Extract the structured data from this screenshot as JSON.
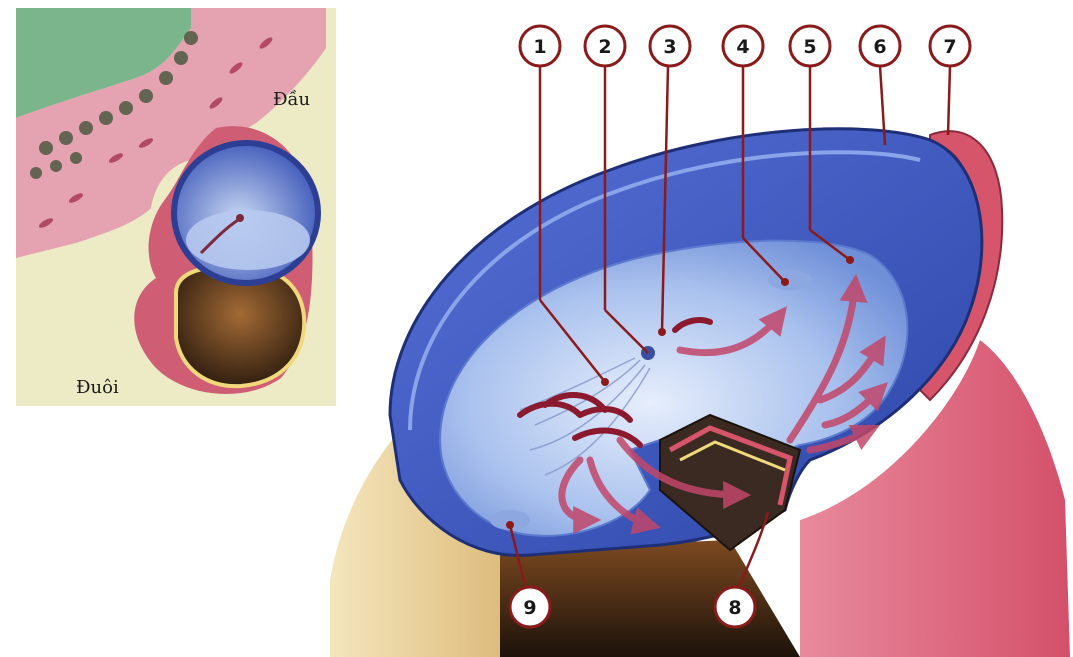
{
  "inset": {
    "head_label": "Đầu",
    "tail_label": "Đuôi"
  },
  "callouts": [
    "1",
    "2",
    "3",
    "4",
    "5",
    "6",
    "7",
    "8",
    "9"
  ],
  "colors": {
    "inset_bg": "#ecebc6",
    "tissue_pink": "#e39aaa",
    "tissue_green": "#6fa36a",
    "blue_shell": "#3f5ec8",
    "blue_disc": "#a9c1ec",
    "pink_layer": "#d6556a",
    "tan_yolk": "#e8cf96",
    "dark_cavity": "#2a1a10",
    "arrow": "#c2476a",
    "callout_ring": "#8b1a1a",
    "leader_line": "#8b1a1a"
  }
}
